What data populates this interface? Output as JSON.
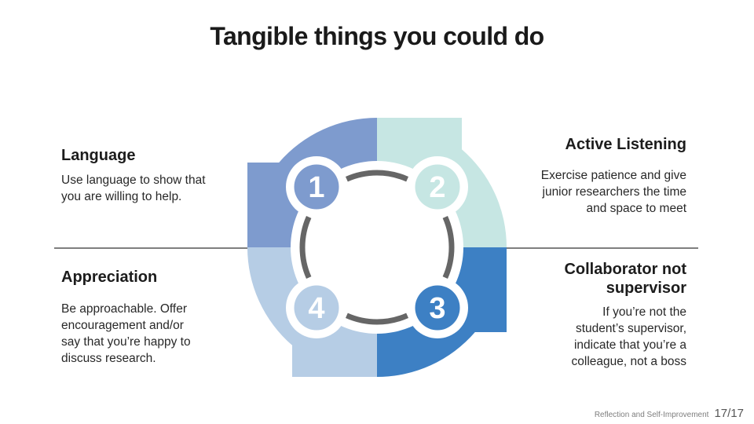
{
  "slide": {
    "title": "Tangible things you could do",
    "footer": {
      "label": "Reflection and Self-Improvement",
      "page": "17/17"
    }
  },
  "diagram": {
    "type": "cycle",
    "midline_color": "#7f7f7f",
    "ring_arc_color": "#666666",
    "badge_number_color": "#ffffff",
    "segments": [
      {
        "number": "1",
        "position": "top-left",
        "color": "#7E9BCE",
        "title": "Language",
        "description": "Use language to show that\nyou are willing to help."
      },
      {
        "number": "2",
        "position": "top-right",
        "color": "#C6E6E3",
        "title": "Active Listening",
        "description": "Exercise patience and give\njunior researchers the time\nand space to meet"
      },
      {
        "number": "3",
        "position": "bottom-right",
        "color": "#3D80C4",
        "title": "Collaborator not\nsupervisor",
        "description": "If you’re not the\nstudent’s supervisor,\nindicate that you’re a\ncolleague, not a boss"
      },
      {
        "number": "4",
        "position": "bottom-left",
        "color": "#B6CDE5",
        "title": "Appreciation",
        "description": "Be approachable. Offer\nencouragement and/or\nsay that you’re happy to\ndiscuss research."
      }
    ]
  }
}
